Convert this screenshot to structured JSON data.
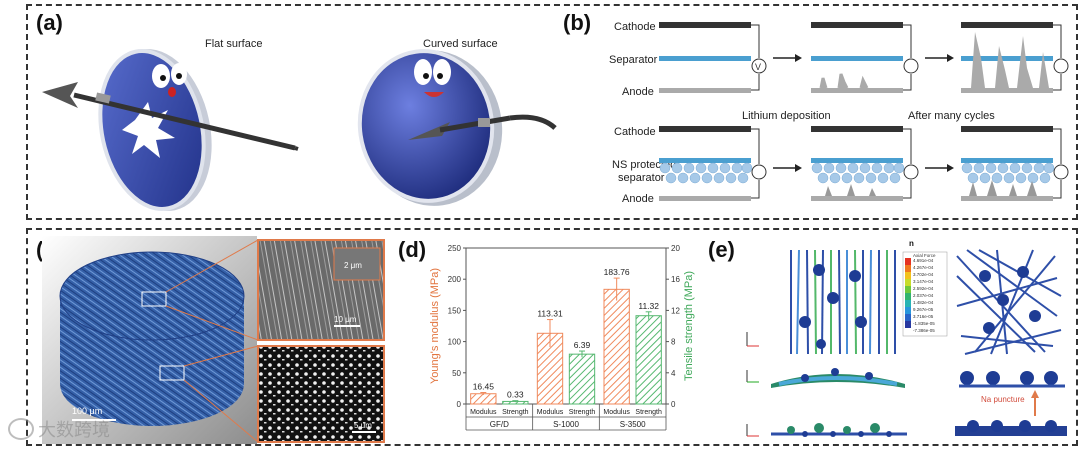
{
  "panel_labels": {
    "a": "(a)",
    "b": "(b)",
    "c": "(c)",
    "d": "(d)",
    "e": "(e)"
  },
  "panel_a": {
    "flat": "Flat surface",
    "curved": "Curved surface"
  },
  "panel_b": {
    "cathode": "Cathode",
    "separator": "Separator",
    "anode": "Anode",
    "cathode2": "Cathode",
    "ns_line1": "NS protected",
    "ns_line2": "separator",
    "anode2": "Anode",
    "deposition": "Lithium deposition",
    "cycles": "After many cycles",
    "v": "V"
  },
  "panel_c": {
    "scale_main": "100 μm",
    "scale_inset1": "2 μm",
    "scale_inset2": "10 μm",
    "scale_inset3": "5 μm"
  },
  "panel_e": {
    "legend_title": "n",
    "legend_sub": "Axial Force",
    "puncture": "Na puncture",
    "legend_values": [
      "4.691e-04",
      "4.267e-04",
      "3.702e-04",
      "3.147e-04",
      "2.592e-04",
      "2.037e-04",
      "1.482e-04",
      "9.267e-05",
      "3.716e-05",
      "-1.835e-05",
      "-7.386e-05"
    ]
  },
  "watermark": "大数跨境",
  "colors": {
    "modulus": "#f08a5d",
    "strength": "#56b870",
    "separator_blue": "#4a9fd0",
    "fiber_blue": "#2e4fa8"
  },
  "chart_data": {
    "type": "bar",
    "groups": [
      "GF/D",
      "S-1000",
      "S-3500"
    ],
    "bar_labels": [
      "Modulus",
      "Strength"
    ],
    "series": [
      {
        "name": "Young's modulus (MPa)",
        "values": [
          16.45,
          113.31,
          183.76
        ],
        "labels": [
          "16.45",
          "113.31",
          "183.76"
        ],
        "errors": [
          2,
          22,
          18
        ]
      },
      {
        "name": "Tensile strength (MPa)",
        "values": [
          0.33,
          6.39,
          11.32
        ],
        "labels": [
          "0.33",
          "6.39",
          "11.32"
        ],
        "errors": [
          0.1,
          0.4,
          0.5
        ]
      }
    ],
    "ylabel_left": "Young's modulus (MPa)",
    "ylabel_right": "Tensile strength (MPa)",
    "ylim_left": [
      0,
      250
    ],
    "ylim_right": [
      0,
      20
    ],
    "yticks_left": [
      "0",
      "50",
      "100",
      "150",
      "200",
      "250"
    ],
    "yticks_right": [
      "0",
      "4",
      "8",
      "12",
      "16",
      "20"
    ]
  }
}
